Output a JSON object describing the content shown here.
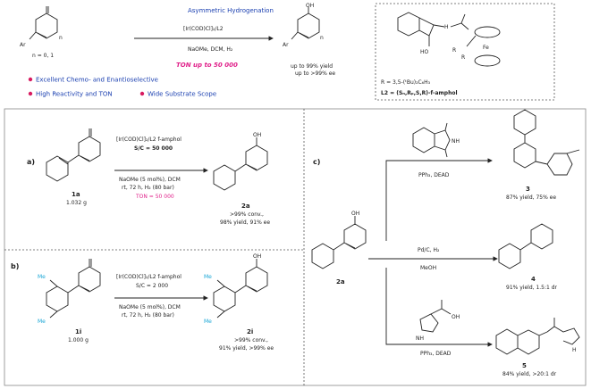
{
  "top": {
    "title": "Asymmetric Hydrogenation",
    "reagent1": "[Ir(COD)Cl]₂/L2",
    "reagent2": "NaOMe, DCM, H₂",
    "ton": "TON up to 50 000",
    "n_label": "n = 0, 1",
    "ar_label": "Ar",
    "n_sub": "n",
    "oh": "OH",
    "yield1": "up to 99% yield",
    "ee1": "up to >99% ee",
    "bullets": [
      {
        "text": "Excellent Chemo- and Enantioselective",
        "color": "#d81b60"
      },
      {
        "text": "High Reactivity and TON",
        "color": "#d81b60"
      },
      {
        "text": "Wide Substrate Scope",
        "color": "#d81b60"
      }
    ],
    "ligand_oh": "HO",
    "ligand_nh": "H",
    "ligand_fe": "Fe",
    "ligand_r": "R",
    "ligand_r2": "R",
    "ligand_rdef": "R = 3,5-(ᵗBu)₂C₆H₃",
    "ligand_name": "L2 = (Sₙ,Rₚ,S,R)-f-amphol"
  },
  "a": {
    "tag": "a)",
    "cond1": "[Ir(COD)Cl]₂/L2 f-amphol",
    "cond2": "S/C = 50 000",
    "cond3": "NaOMe (5 mol%), DCM",
    "cond4": "rt, 72 h, H₂ (80 bar)",
    "ton": "TON = 50 000",
    "sm_label": "1a",
    "sm_amt": "1.032 g",
    "prod_label": "2a",
    "prod_conv": ">99% conv.,",
    "prod_yield": "98% yield, 91% ee",
    "oh": "OH"
  },
  "b": {
    "tag": "b)",
    "cond1": "[Ir(COD)Cl]₂/L2 f-amphol",
    "cond2": "S/C = 2 000",
    "cond3": "NaOMe (5 mol%), DCM",
    "cond4": "rt, 72 h, H₂ (80 bar)",
    "sm_label": "1i",
    "sm_amt": "1.000 g",
    "prod_label": "2i",
    "prod_conv": ">99% conv.,",
    "prod_yield": "91% yield, >99% ee",
    "me": "Me",
    "oh": "OH"
  },
  "c": {
    "tag": "c)",
    "sm_label": "2a",
    "oh": "OH",
    "r1_reagent": "PPh₃, DEAD",
    "r1_label": "3",
    "r1_result": "87% yield, 75% ee",
    "r1_nh": "NH",
    "r2_reagent1": "Pd/C, H₂",
    "r2_reagent2": "MeOH",
    "r2_label": "4",
    "r2_result": "91% yield, 1.5:1 dr",
    "r3_reagent": "PPh₃, DEAD",
    "r3_label": "5",
    "r3_result": "84% yield, >20:1 dr",
    "r3_oh": "OH",
    "r3_nh": "NH",
    "r3_h": "H"
  }
}
